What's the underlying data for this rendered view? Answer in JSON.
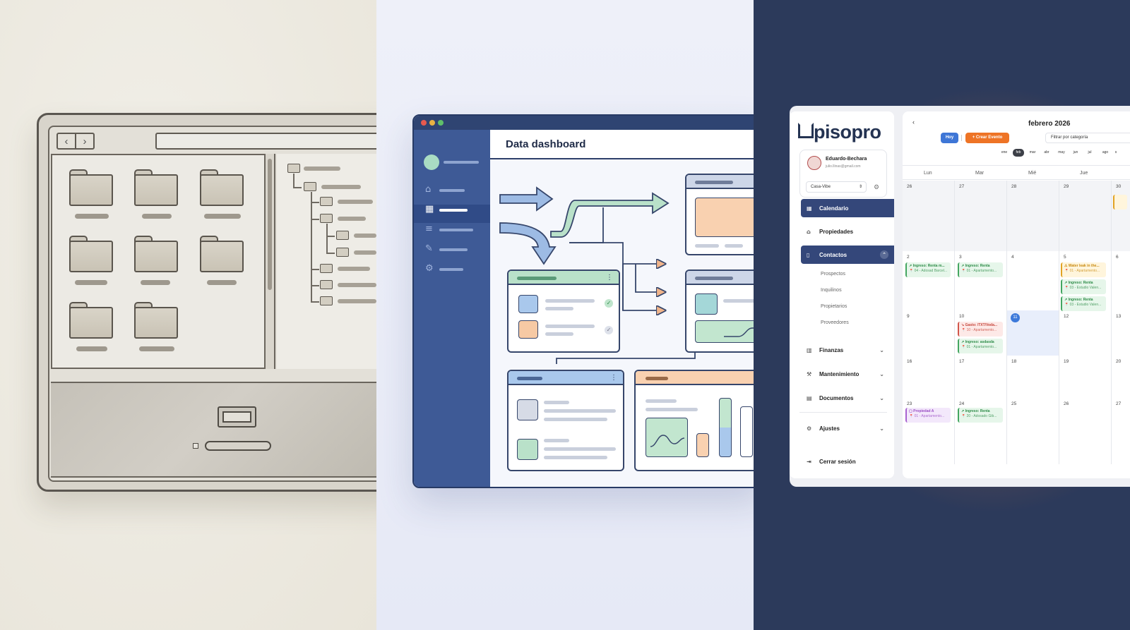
{
  "dashboard": {
    "title": "Data dashboard"
  },
  "app": {
    "logo": "pisopro",
    "user": {
      "name": "Eduardo-Bechara",
      "email": "julio.llinas@gmail.com",
      "property_select": "Casa-Vibe"
    },
    "nav": {
      "calendario": "Calendario",
      "propiedades": "Propiedades",
      "contactos": "Contactos",
      "prospectos": "Prospectos",
      "inquilinos": "Inquilinos",
      "propietarios": "Propietarios",
      "proveedores": "Proveedores",
      "finanzas": "Finanzas",
      "mantenimiento": "Mantenimiento",
      "documentos": "Documentos",
      "ajustes": "Ajustes",
      "logout": "Cerrar sesión"
    },
    "calendar": {
      "month_title": "febrero 2026",
      "today_button": "Hoy",
      "create_button": "+ Crear Evento",
      "filter_placeholder": "Filtrar por categoría",
      "months": [
        "ene",
        "feb",
        "mar",
        "abr",
        "may",
        "jun",
        "jul",
        "ago",
        "s"
      ],
      "selected_month": "feb",
      "weekdays": [
        "Lun",
        "Mar",
        "Mié",
        "Jue"
      ],
      "weeks": [
        [
          "26",
          "27",
          "28",
          "29",
          "30"
        ],
        [
          "2",
          "3",
          "4",
          "5",
          "6"
        ],
        [
          "9",
          "10",
          "11",
          "12",
          "13"
        ],
        [
          "16",
          "17",
          "18",
          "19",
          "20"
        ],
        [
          "23",
          "24",
          "25",
          "26",
          "27"
        ]
      ],
      "events": {
        "w1d0": {
          "title": "↗ Ingreso: Renta m...",
          "sub": "📍 04 - Adosad Barcel..."
        },
        "w1d1": {
          "title": "↗ Ingreso: Renta",
          "sub": "📍 01 - Apartamento..."
        },
        "w1d3a": {
          "title": "⚠ Water leak in the...",
          "sub": "📍 01 - Apartamento..."
        },
        "w1d3b": {
          "title": "↗ Ingreso: Renta",
          "sub": "📍 03 - Estudio Valen..."
        },
        "w1d3c": {
          "title": "↗ Ingreso: Renta",
          "sub": "📍 03 - Estudio Valen..."
        },
        "w2d1a": {
          "title": "↘ Gasto: /TXT/Voda...",
          "sub": "📍 10 - Apartamento..."
        },
        "w2d1b": {
          "title": "↗ Ingreso: asdasda",
          "sub": "📍 01 - Apartamento..."
        },
        "w4d0": {
          "title": "▢ Propiedad A",
          "sub": "📍 01 - Apartamento..."
        },
        "w4d1": {
          "title": "↗ Ingreso: Renta",
          "sub": "📍 20 - Adosado Gib..."
        }
      }
    }
  }
}
